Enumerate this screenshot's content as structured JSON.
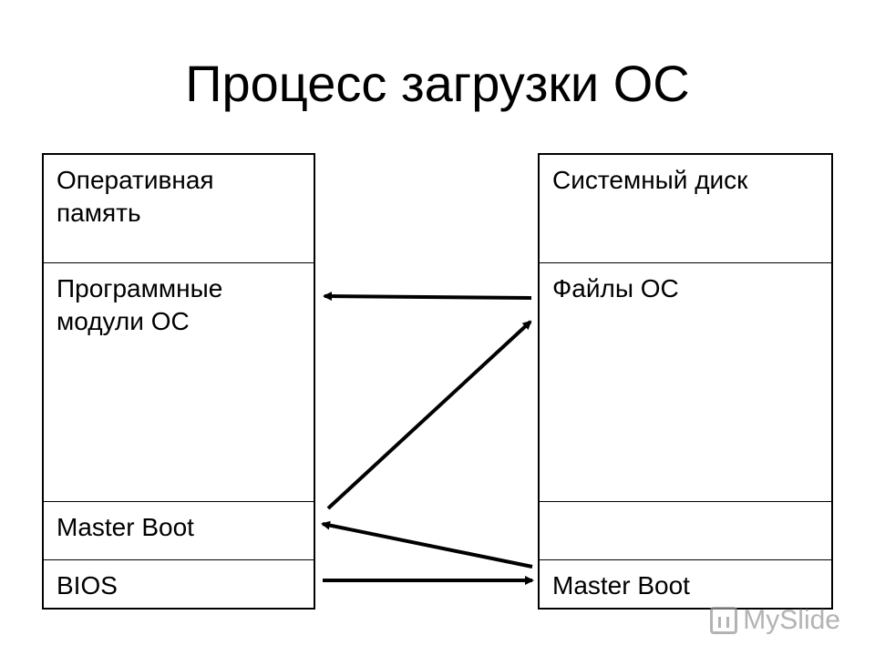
{
  "slide": {
    "title": "Процесс загрузки ОС"
  },
  "left_column": {
    "cells": [
      "Оперативная\nпамять",
      "Программные\nмодули ОС",
      "Master Boot",
      "BIOS"
    ]
  },
  "right_column": {
    "cells": [
      "Системный диск",
      "Файлы ОС",
      "",
      "Master Boot"
    ]
  },
  "watermark": {
    "text": "MySlide",
    "icon": "slide-icon"
  },
  "colors": {
    "background": "#ffffff",
    "foreground": "#000000",
    "watermark": "#9a9a9a"
  }
}
